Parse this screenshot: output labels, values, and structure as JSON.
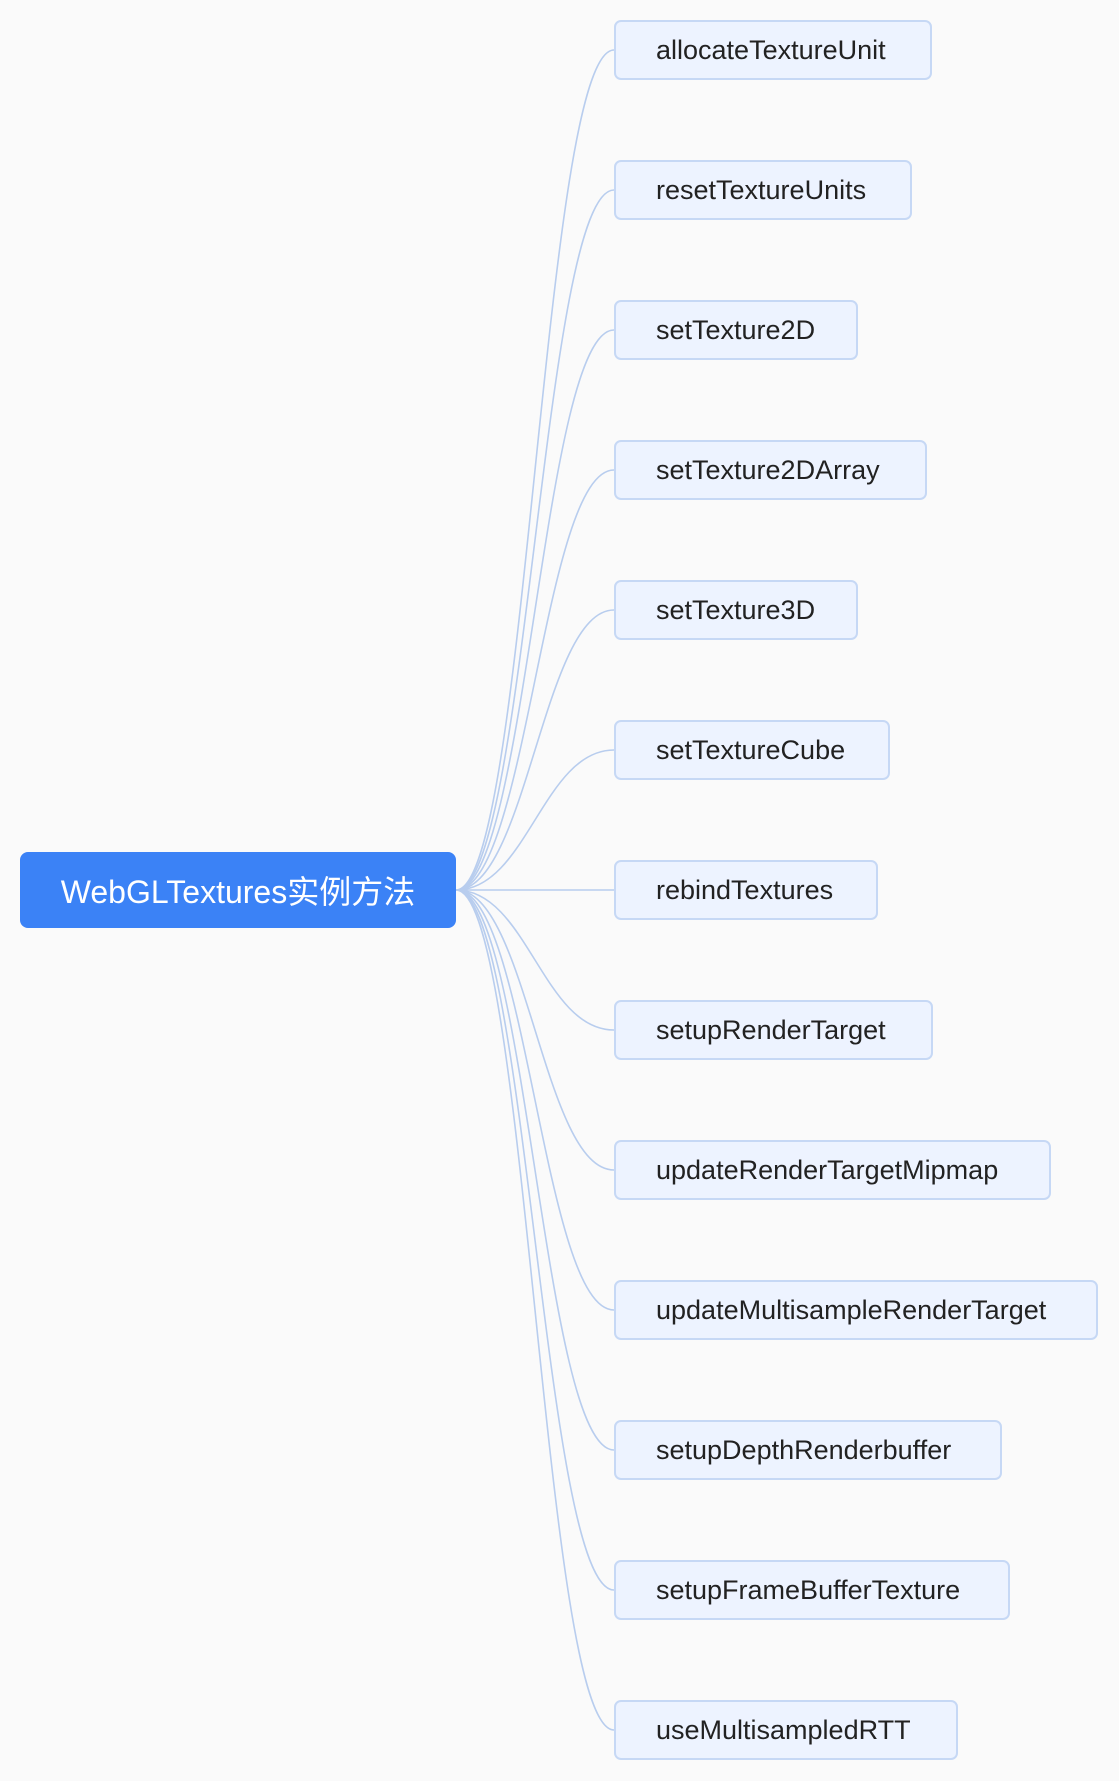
{
  "root": {
    "label": "WebGLTextures实例方法"
  },
  "children": [
    {
      "label": "allocateTextureUnit"
    },
    {
      "label": "resetTextureUnits"
    },
    {
      "label": "setTexture2D"
    },
    {
      "label": "setTexture2DArray"
    },
    {
      "label": "setTexture3D"
    },
    {
      "label": "setTextureCube"
    },
    {
      "label": "rebindTextures"
    },
    {
      "label": "setupRenderTarget"
    },
    {
      "label": "updateRenderTargetMipmap"
    },
    {
      "label": "updateMultisampleRenderTarget"
    },
    {
      "label": "setupDepthRenderbuffer"
    },
    {
      "label": "setupFrameBufferTexture"
    },
    {
      "label": "useMultisampledRTT"
    }
  ],
  "colors": {
    "root_fill": "#3b82f6",
    "child_fill": "#edf3ff",
    "child_border": "#c6d8f5",
    "edge": "#b8cdee"
  }
}
